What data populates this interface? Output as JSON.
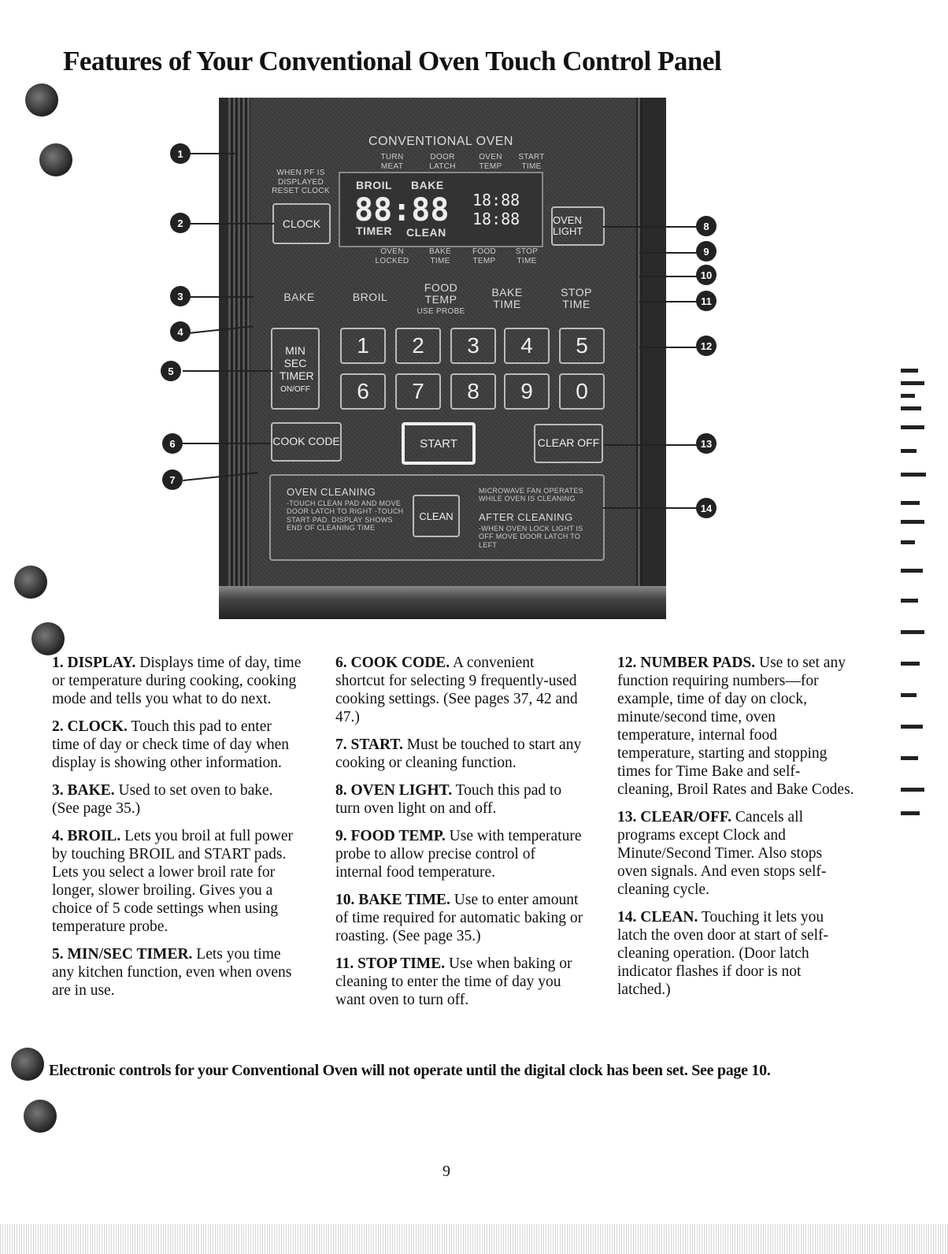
{
  "title": "Features of Your Conventional Oven Touch Control Panel",
  "panel": {
    "heading": "CONVENTIONAL OVEN",
    "indicators_top": [
      "TURN MEAT",
      "DOOR LATCH",
      "OVEN TEMP",
      "START TIME"
    ],
    "side_note": "WHEN PF IS DISPLAYED RESET CLOCK",
    "clock_label": "CLOCK",
    "broil_indicator": "BROIL",
    "bake_indicator": "BAKE",
    "timer_indicator": "TIMER",
    "clean_indicator": "CLEAN",
    "main_digits": "88:88",
    "small_digits_1": "18:88",
    "small_digits_2": "18:88",
    "oven_light_label": "OVEN LIGHT",
    "indicators_bottom": [
      "OVEN LOCKED",
      "BAKE TIME",
      "FOOD TEMP",
      "STOP TIME"
    ],
    "function_keys": [
      "BAKE",
      "BROIL",
      "FOOD TEMP",
      "BAKE TIME",
      "STOP TIME"
    ],
    "food_temp_sub": "USE PROBE",
    "min_sec_timer": "MIN SEC TIMER",
    "on_off": "ON/OFF",
    "number_keys_row1": [
      "1",
      "2",
      "3",
      "4",
      "5"
    ],
    "number_keys_row2": [
      "6",
      "7",
      "8",
      "9",
      "0"
    ],
    "cook_code": "COOK CODE",
    "start": "START",
    "clear_off": "CLEAR OFF",
    "cleaning_heading": "OVEN CLEANING",
    "cleaning_steps": "-TOUCH CLEAN PAD AND MOVE DOOR LATCH TO RIGHT -TOUCH START PAD. DISPLAY SHOWS END OF CLEANING TIME",
    "clean": "CLEAN",
    "fan_note": "MICROWAVE FAN OPERATES WHILE OVEN IS CLEANING",
    "after_heading": "AFTER CLEANING",
    "after_steps": "-WHEN OVEN LOCK LIGHT IS OFF MOVE DOOR LATCH TO LEFT"
  },
  "callouts": [
    "1",
    "2",
    "3",
    "4",
    "5",
    "6",
    "7",
    "8",
    "9",
    "10",
    "11",
    "12",
    "13",
    "14"
  ],
  "items": [
    {
      "head": "1. DISPLAY.",
      "body": "Displays time of day, time or temperature during cooking, cooking mode and tells you what to do next."
    },
    {
      "head": "2. CLOCK.",
      "body": "Touch this pad to enter time of day or check time of day when display is showing other information."
    },
    {
      "head": "3. BAKE.",
      "body": "Used to set oven to bake. (See page 35.)"
    },
    {
      "head": "4. BROIL.",
      "body": "Lets you broil at full power by touching BROIL and START pads. Lets you select a lower broil rate for longer, slower broiling. Gives you a choice of 5 code settings when using temperature probe."
    },
    {
      "head": "5. MIN/SEC TIMER.",
      "body": "Lets you time any kitchen function, even when ovens are in use."
    },
    {
      "head": "6. COOK CODE.",
      "body": "A convenient shortcut for selecting 9 frequently-used cooking settings. (See pages 37, 42 and 47.)"
    },
    {
      "head": "7. START.",
      "body": "Must be touched to start any cooking or cleaning function."
    },
    {
      "head": "8. OVEN LIGHT.",
      "body": "Touch this pad to turn oven light on and off."
    },
    {
      "head": "9. FOOD TEMP.",
      "body": "Use with temperature probe to allow precise control of internal food temperature."
    },
    {
      "head": "10. BAKE TIME.",
      "body": "Use to enter amount of time required for automatic baking or roasting. (See page 35.)"
    },
    {
      "head": "11. STOP TIME.",
      "body": "Use when baking or cleaning to enter the time of day you want oven to turn off."
    },
    {
      "head": "12. NUMBER PADS.",
      "body": "Use to set any function requiring numbers—for example, time of day on clock, minute/second time, oven temperature, internal food temperature, starting and stopping times for Time Bake and self-cleaning, Broil Rates and Bake Codes."
    },
    {
      "head": "13. CLEAR/OFF.",
      "body": "Cancels all programs except Clock and Minute/Second Timer. Also stops oven signals. And even stops self-cleaning cycle."
    },
    {
      "head": "14. CLEAN.",
      "body": "Touching it lets you latch the oven door at start of self-cleaning operation. (Door latch indicator flashes if door is not latched.)"
    }
  ],
  "note": "Electronic controls for your Conventional Oven will not operate until the digital clock has been set. See page 10.",
  "page_number": "9"
}
